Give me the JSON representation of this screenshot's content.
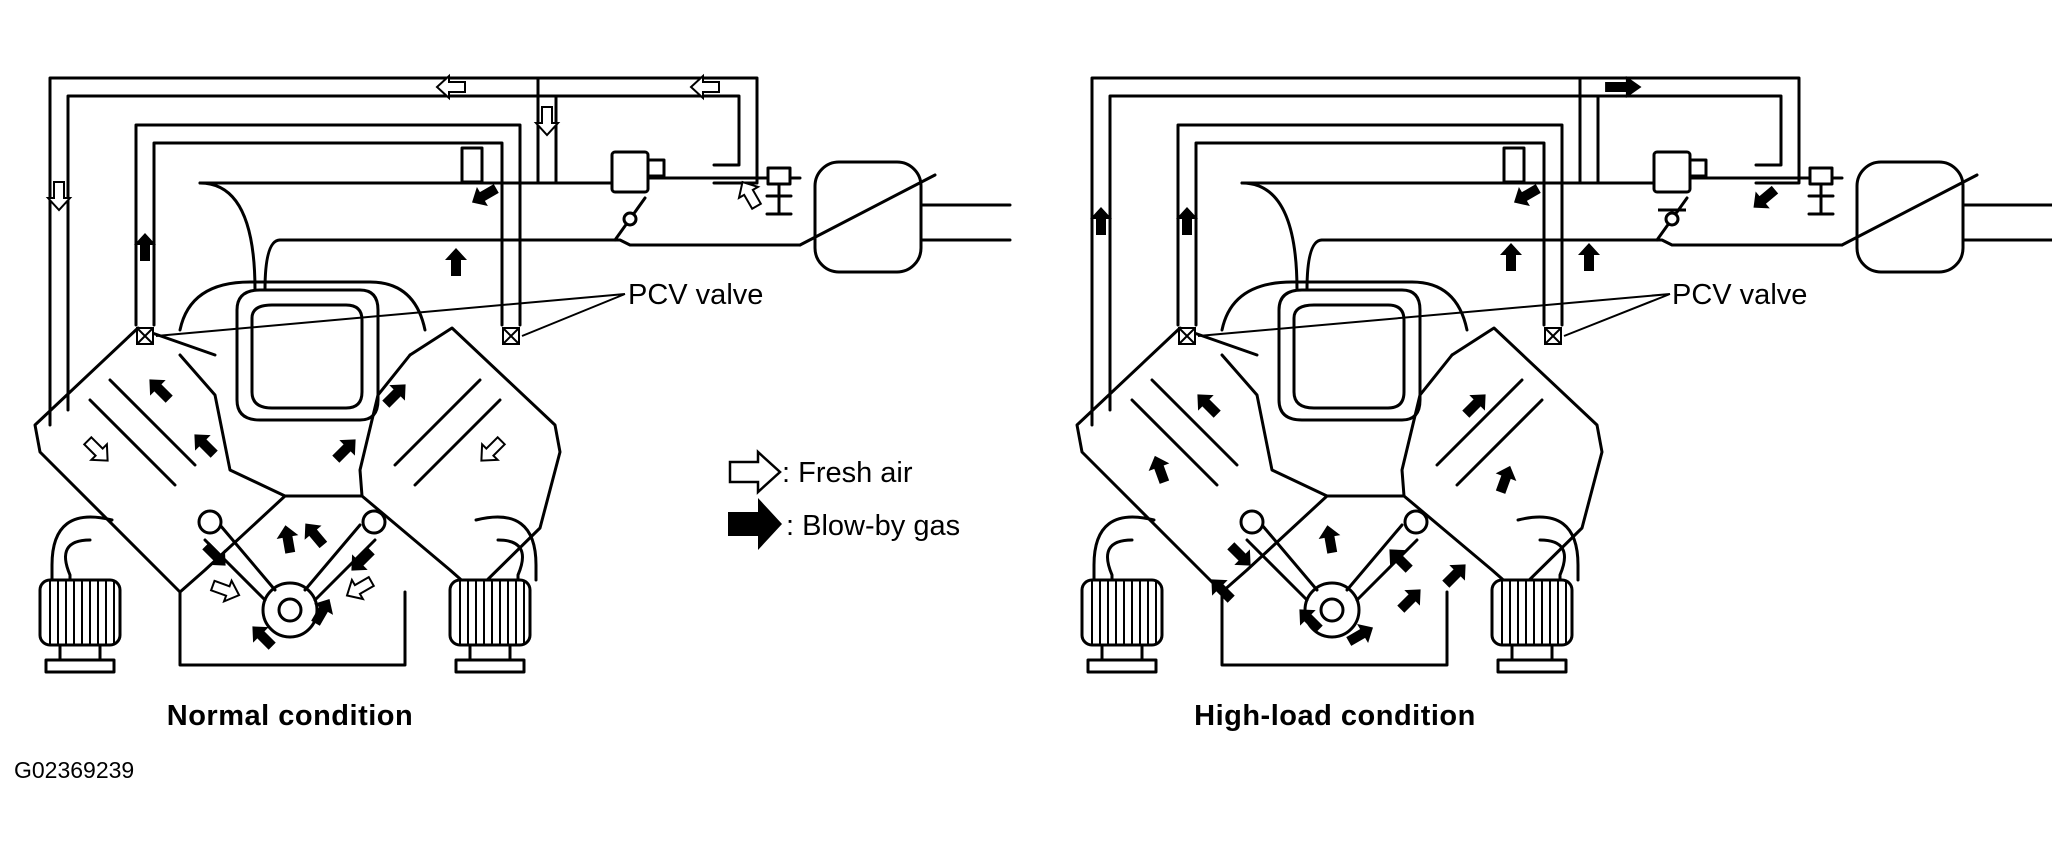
{
  "labels": {
    "pcv_left": "PCV valve",
    "pcv_right": "PCV valve",
    "legend_fresh_air": ": Fresh air",
    "legend_blow_by": ": Blow-by gas",
    "caption_left": "Normal condition",
    "caption_right": "High-load condition",
    "figure_code": "G02369239"
  },
  "icons": {
    "fresh_air": "hollow-arrow-icon",
    "blow_by_gas": "solid-arrow-icon",
    "pcv_valve": "crossed-box-icon"
  },
  "colors": {
    "line": "#000000",
    "background": "#ffffff"
  }
}
